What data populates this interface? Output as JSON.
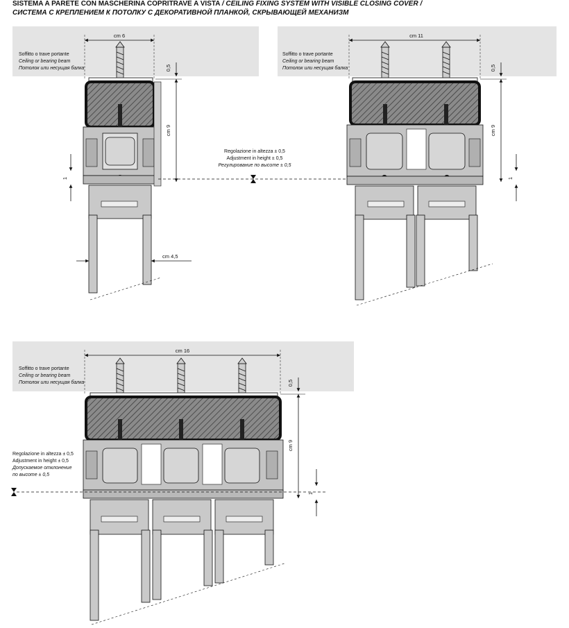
{
  "header": {
    "line1_it": "SISTEMA A PARETE CON MASCHERINA COPRITRAVE A VISTA",
    "line1_en": "/ CEILING FIXING SYSTEM WITH VISIBLE CLOSING COVER /",
    "line2_ru": "СИСТЕМА С КРЕПЛЕНИЕМ К ПОТОЛКУ С ДЕКОРАТИВНОЙ ПЛАНКОЙ, СКРЫВАЮЩЕЙ МЕХАНИЗМ"
  },
  "ceiling_label": {
    "it": "Soffitto o trave portante",
    "en": "Ceiling or bearing beam",
    "ru": "Потолок или несущая балка"
  },
  "adjustment_label": {
    "it": "Regolazione in altezza ± 0,5",
    "en": "Adjustment in height ± 0,5",
    "ru": "Регулирование по высоте ± 0,5"
  },
  "adjustment_label_3": {
    "it": "Regolazione in altezza ± 0,5",
    "en": "Adjustment in height ± 0,5",
    "ru1": "Допускаемое отклонение",
    "ru2": "по высоте ± 0,5"
  },
  "dims": {
    "width_a": "cm 6",
    "width_b": "cm 11",
    "width_c": "cm 16",
    "height": "cm 9",
    "top": "0,5",
    "adj": "1",
    "panel": "cm 4,5"
  },
  "colors": {
    "ceiling": "#e4e4e4",
    "profile": "#b9b9b9",
    "dark": "#1a1a1a",
    "roller": "#d6d6d6"
  }
}
